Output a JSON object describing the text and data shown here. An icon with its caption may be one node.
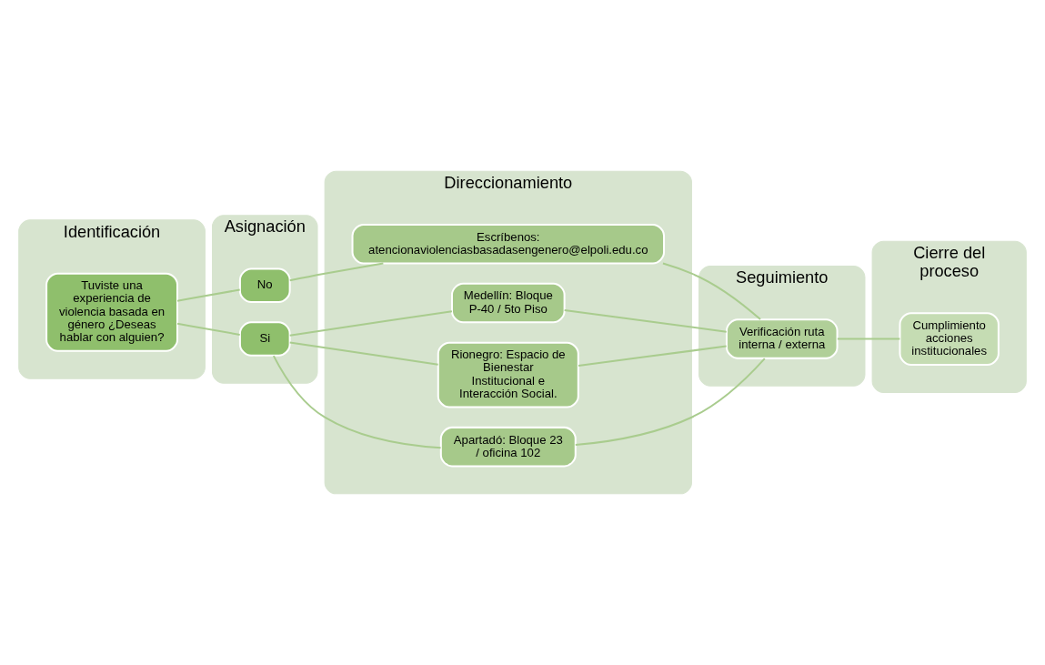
{
  "diagram": {
    "nodes": [
      {
        "text": [
          "Identificación"
        ]
      },
      {
        "text": [
          "Asignación"
        ]
      },
      {
        "text": [
          "Direccionamiento"
        ]
      },
      {
        "text": [
          "Seguimiento"
        ]
      },
      {
        "text": [
          "Cierre del proceso"
        ]
      },
      {
        "text": [
          "Tuviste una experiencia de violencia basada en género ¿Deseas hablar con alguien?"
        ],
        "in": 0
      },
      {
        "text": [
          "No"
        ],
        "in": 1
      },
      {
        "text": [
          "Si"
        ],
        "in": 1
      },
      {
        "text": [
          "Escríbenos:",
          "atencionaviolenciasbasadasengenero@elpoli.edu.co"
        ],
        "in": 2
      },
      {
        "text": [
          "Medellín: Bloque P-40 / 5to Piso"
        ],
        "in": 2
      },
      {
        "text": [
          "Rionegro: Espacio de Bienestar Institucional e Interacción Social."
        ],
        "in": 2
      },
      {
        "text": [
          "Apartadó: Bloque 23 / oficina 102"
        ],
        "in": 2
      },
      {
        "text": [
          "Verificación ruta interna / externa"
        ],
        "in": 3
      },
      {
        "text": [
          "Cumplimiento acciones institucionales"
        ],
        "in": 4
      }
    ],
    "edges": [
      {
        "from": 5,
        "to": 6,
        "arrow": "none"
      },
      {
        "from": 5,
        "to": 7,
        "arrow": "none"
      },
      {
        "from": 6,
        "to": 8,
        "arrow": "none"
      },
      {
        "from": 7,
        "to": 9,
        "arrow": "none"
      },
      {
        "from": 7,
        "to": 10,
        "arrow": "none"
      },
      {
        "from": 7,
        "to": 11,
        "arrow": "none"
      },
      {
        "from": 8,
        "to": 12,
        "arrow": "none"
      },
      {
        "from": 9,
        "to": 12,
        "arrow": "none"
      },
      {
        "from": 10,
        "to": 12,
        "arrow": "none"
      },
      {
        "from": 11,
        "to": 12,
        "arrow": "none"
      },
      {
        "from": 12,
        "to": 13,
        "arrow": "none"
      }
    ]
  }
}
